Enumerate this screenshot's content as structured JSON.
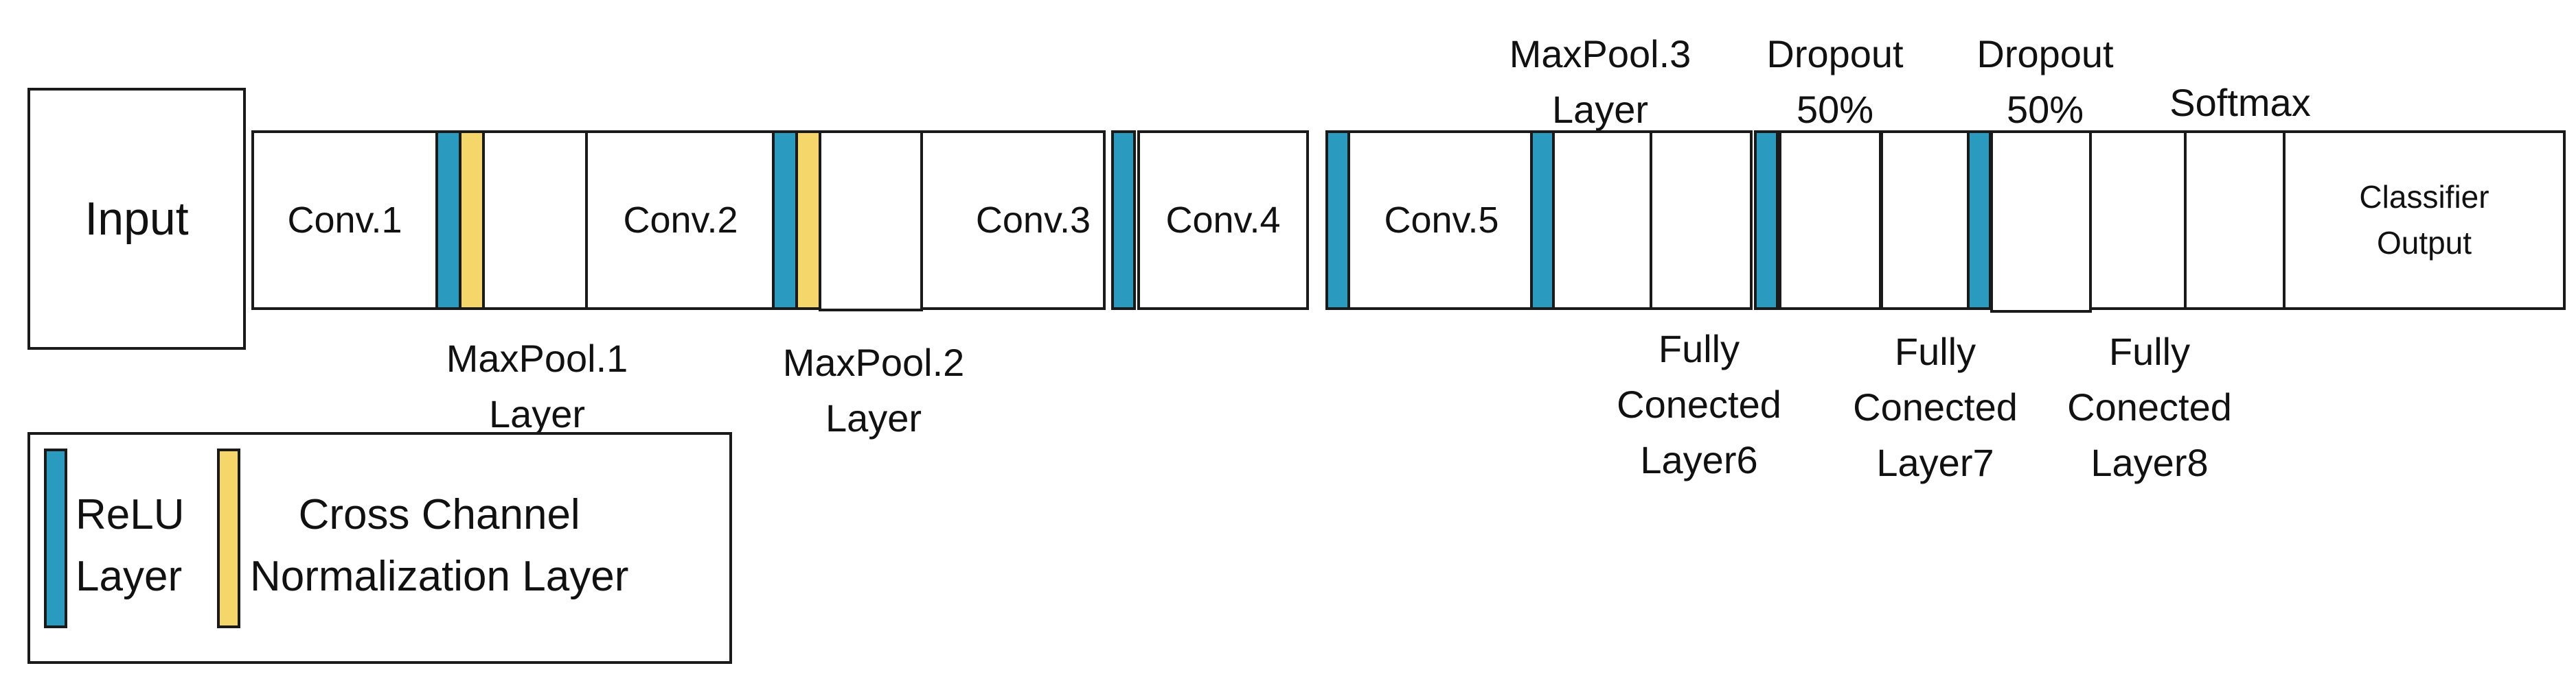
{
  "colors": {
    "relu": "#2a9bbf",
    "norm": "#f5d66b",
    "stroke": "#1a1a1a",
    "background": "#ffffff"
  },
  "input_label": "Input",
  "conv1_label": "Conv.1",
  "conv2_label": "Conv.2",
  "conv3_label": "Conv.3",
  "conv4_label": "Conv.4",
  "conv5_label": "Conv.5",
  "classifier": {
    "line1": "Classifier",
    "line2": "Output"
  },
  "maxpool1": {
    "line1": "MaxPool.1",
    "line2": "Layer"
  },
  "maxpool2": {
    "line1": "MaxPool.2",
    "line2": "Layer"
  },
  "maxpool3": {
    "line1": "MaxPool.3",
    "line2": "Layer"
  },
  "dropout1": {
    "line1": "Dropout",
    "line2": "50%"
  },
  "dropout2": {
    "line1": "Dropout",
    "line2": "50%"
  },
  "softmax_label": "Softmax",
  "fc6": {
    "line1": "Fully",
    "line2": "Conected",
    "line3": "Layer6"
  },
  "fc7": {
    "line1": "Fully",
    "line2": "Conected",
    "line3": "Layer7"
  },
  "fc8": {
    "line1": "Fully",
    "line2": "Conected",
    "line3": "Layer8"
  },
  "legend": {
    "relu_line1": "ReLU",
    "relu_line2": "Layer",
    "norm_line1": "Cross Channel",
    "norm_line2": "Normalization Layer"
  }
}
